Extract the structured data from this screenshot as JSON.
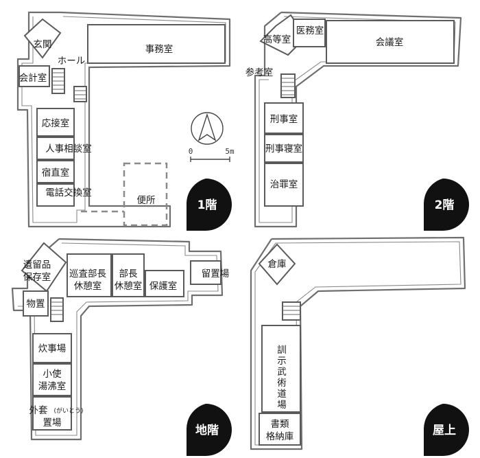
{
  "floor1": {
    "badge": "1階",
    "rooms": {
      "genkan": "玄関",
      "hall": "ホール",
      "jimushitsu": "事務室",
      "kaikei": "会計室",
      "osetsu": "応接室",
      "jinji": "人事相談室",
      "shukuchoku": "宿直室",
      "denwa": "電話交換室",
      "benjo": "便所"
    },
    "scale": {
      "zero": "0",
      "five": "5m"
    }
  },
  "floor2": {
    "badge": "2階",
    "rooms": {
      "koto": "高等室",
      "imu": "医務室",
      "kaigi": "会議室",
      "sanko": "参考室",
      "keiji": "刑事室",
      "keijishin": "刑事寝室",
      "chian": "治罪室"
    }
  },
  "basement": {
    "badge": "地階",
    "rooms": {
      "iryu_1": "遺留品",
      "iryu_2": "保存室",
      "junsa_1": "巡査部長",
      "junsa_2": "休憩室",
      "bucho_1": "部長",
      "bucho_2": "休憩室",
      "hogo": "保護室",
      "ryuchi": "留置場",
      "monooki": "物置",
      "suiji": "炊事場",
      "koshi_1": "小使",
      "koshi_2": "湯沸室",
      "gaito_1": "外套",
      "gaito_kana": "(がいとう)",
      "gaito_2": "置場"
    }
  },
  "roof": {
    "badge": "屋上",
    "rooms": {
      "soko": "倉庫",
      "kunji": [
        "訓",
        "示",
        "武",
        "術",
        "道",
        "場"
      ],
      "shorui_1": "書類",
      "shorui_2": "格納庫"
    }
  }
}
